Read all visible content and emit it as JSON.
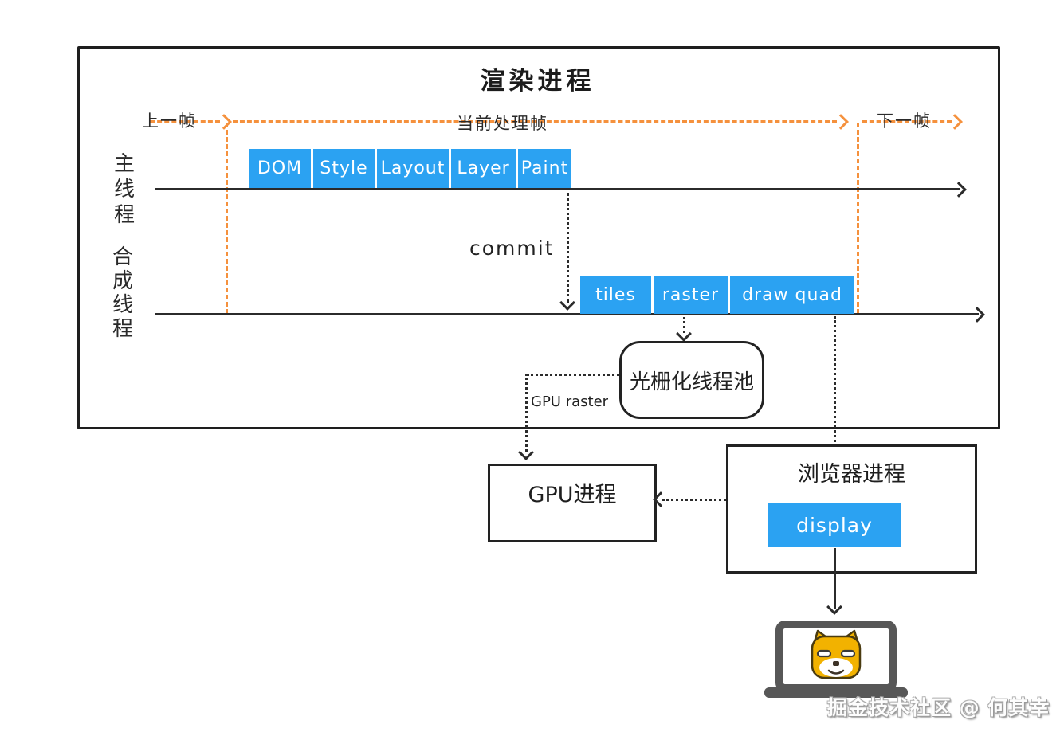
{
  "title": "渲染进程",
  "frame_markers": {
    "previous": "上一帧",
    "current": "当前处理帧",
    "next": "下一帧"
  },
  "threads": {
    "main": "主线程",
    "compositor": "合成线程"
  },
  "main_thread_stages": [
    "DOM",
    "Style",
    "Layout",
    "Layer",
    "Paint"
  ],
  "compositor_stages": [
    "tiles",
    "raster",
    "draw quad"
  ],
  "labels": {
    "commit": "commit",
    "gpu_raster": "GPU raster",
    "raster_pool": "光栅化线程池",
    "gpu_process": "GPU进程",
    "browser_process": "浏览器进程",
    "display": "display"
  },
  "colors": {
    "stage_blue": "#2BA2F2",
    "frame_orange": "#F5913D",
    "line_black": "#2B2B2B",
    "laptop_gray": "#575757",
    "dog_yellow": "#F2B200"
  },
  "watermark": "掘金技术社区 @ 何其幸"
}
